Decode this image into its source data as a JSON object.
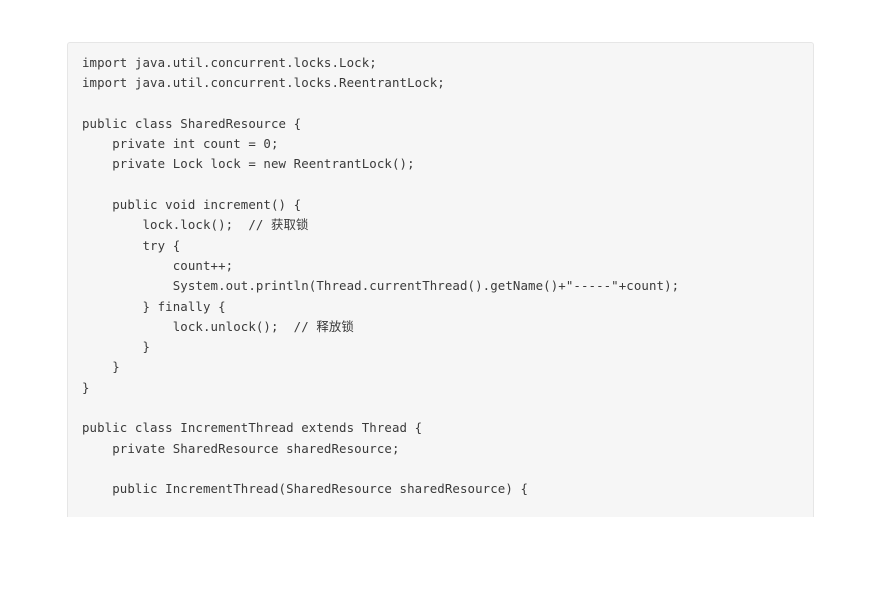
{
  "code_block": {
    "language": "java",
    "lines": [
      "import java.util.concurrent.locks.Lock;",
      "import java.util.concurrent.locks.ReentrantLock;",
      "",
      "public class SharedResource {",
      "    private int count = 0;",
      "    private Lock lock = new ReentrantLock();",
      "",
      "    public void increment() {",
      "        lock.lock();  // 获取锁",
      "        try {",
      "            count++;",
      "            System.out.println(Thread.currentThread().getName()+\"-----\"+count);",
      "        } finally {",
      "            lock.unlock();  // 释放锁",
      "        }",
      "    }",
      "}",
      "",
      "public class IncrementThread extends Thread {",
      "    private SharedResource sharedResource;",
      "",
      "    public IncrementThread(SharedResource sharedResource) {"
    ]
  }
}
